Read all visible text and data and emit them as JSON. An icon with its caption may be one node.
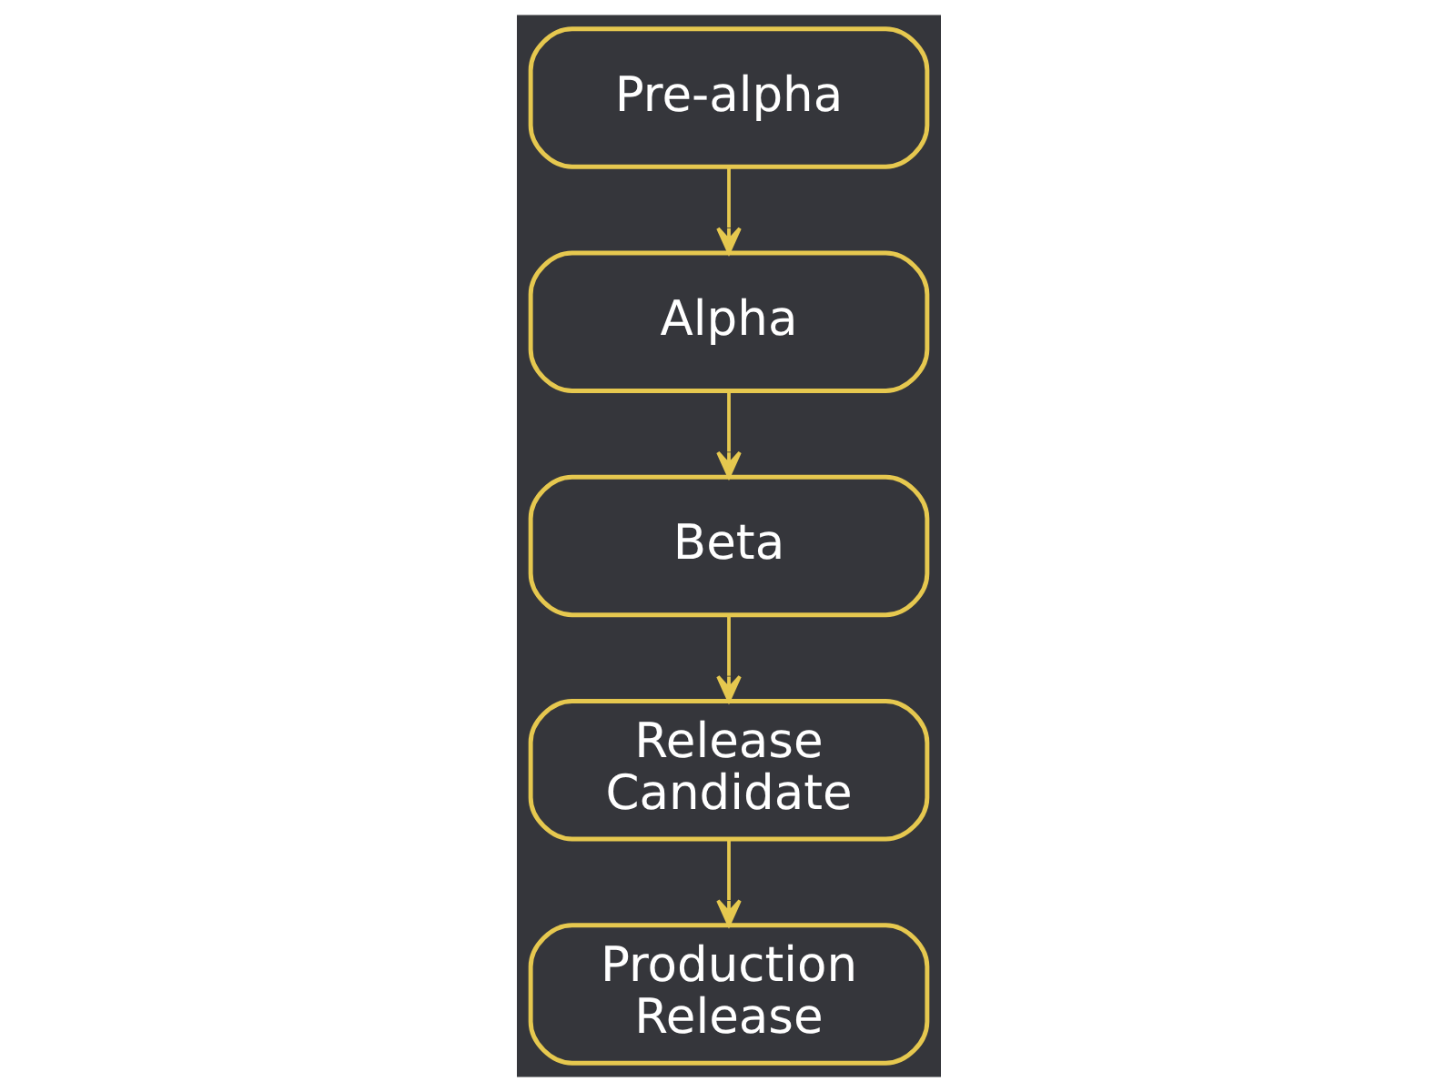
{
  "diagram": {
    "nodes": [
      {
        "text": [
          "Pre-alpha"
        ]
      },
      {
        "text": [
          "Alpha"
        ]
      },
      {
        "text": [
          "Beta"
        ]
      },
      {
        "text": [
          "Release Candidate"
        ]
      },
      {
        "text": [
          "Production Release"
        ]
      }
    ],
    "edges": [
      {
        "from": 0,
        "to": 1,
        "arrow": "to"
      },
      {
        "from": 1,
        "to": 2,
        "arrow": "to"
      },
      {
        "from": 2,
        "to": 3,
        "arrow": "to"
      },
      {
        "from": 3,
        "to": 4,
        "arrow": "to"
      }
    ]
  }
}
